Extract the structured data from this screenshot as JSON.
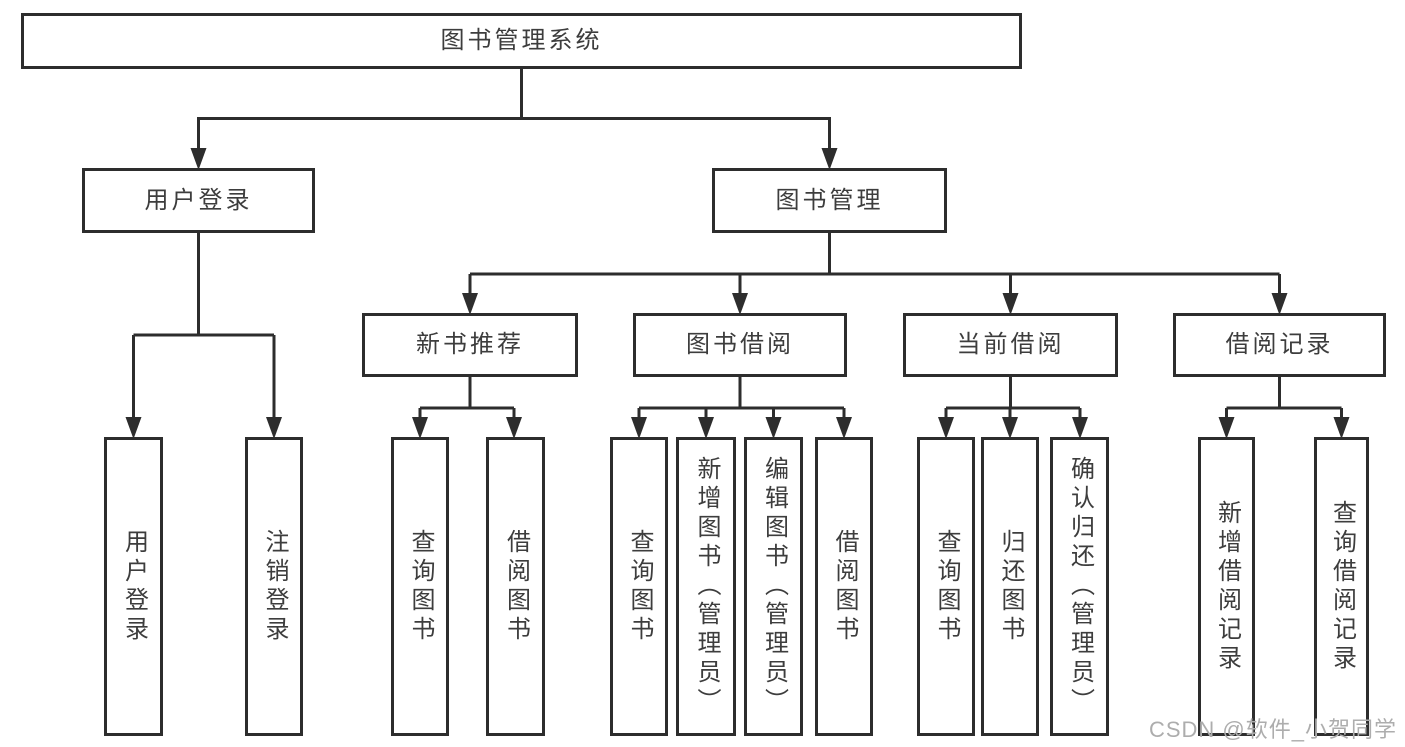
{
  "colors": {
    "background": "#ffffff",
    "line": "#2d2d2d",
    "box_border": "#2d2d2d",
    "text": "#3d3d3d",
    "watermark": "#adadad"
  },
  "watermark": {
    "text": "CSDN @软件_小贺同学"
  },
  "tree": {
    "root": "图书管理系统",
    "children": [
      {
        "label": "用户登录",
        "children": [
          {
            "label": "用户登录"
          },
          {
            "label": "注销登录"
          }
        ]
      },
      {
        "label": "图书管理",
        "children": [
          {
            "label": "新书推荐",
            "children": [
              {
                "label": "查询图书"
              },
              {
                "label": "借阅图书"
              }
            ]
          },
          {
            "label": "图书借阅",
            "children": [
              {
                "label": "查询图书"
              },
              {
                "label": "新增图书（管理员）"
              },
              {
                "label": "编辑图书（管理员）"
              },
              {
                "label": "借阅图书"
              }
            ]
          },
          {
            "label": "当前借阅",
            "children": [
              {
                "label": "查询图书"
              },
              {
                "label": "归还图书"
              },
              {
                "label": "确认归还（管理员）"
              }
            ]
          },
          {
            "label": "借阅记录",
            "children": [
              {
                "label": "新增借阅记录"
              },
              {
                "label": "查询借阅记录"
              }
            ]
          }
        ]
      }
    ]
  }
}
